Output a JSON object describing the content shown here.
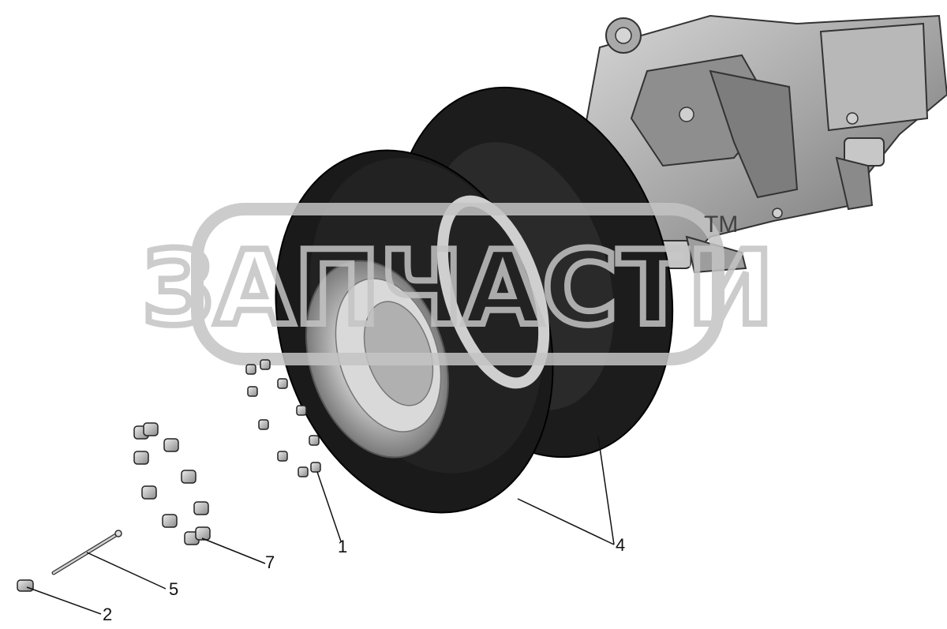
{
  "watermark": {
    "text": "ЗАПЧАСТИ",
    "tm": "TM",
    "color": "#bfbfbf"
  },
  "callouts": [
    {
      "id": "1",
      "label": "1"
    },
    {
      "id": "2",
      "label": "2"
    },
    {
      "id": "4",
      "label": "4"
    },
    {
      "id": "5",
      "label": "5"
    },
    {
      "id": "7",
      "label": "7"
    }
  ],
  "parts": {
    "tire_inner": "tire",
    "tire_outer": "tire",
    "rim": "wheel-rim",
    "axle": "drive-axle",
    "nuts": "wheel-nut",
    "valve": "valve-extension",
    "cap": "valve-cap"
  },
  "colors": {
    "tire": "#1c1c1c",
    "rim": "#c8c8c8",
    "axle": "#9a9a9a",
    "line": "#111111"
  }
}
